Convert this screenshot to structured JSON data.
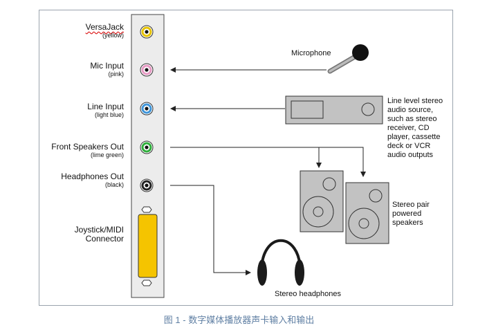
{
  "ports": [
    {
      "label": "VersaJack",
      "color_name": "(yellow)",
      "ring": "#e6c200"
    },
    {
      "label": "Mic Input",
      "color_name": "(pink)",
      "ring": "#e79ac4"
    },
    {
      "label": "Line Input",
      "color_name": "(light blue)",
      "ring": "#3f95d9"
    },
    {
      "label": "Front Speakers Out",
      "color_name": "(lime green)",
      "ring": "#2fae3c"
    },
    {
      "label": "Headphones Out",
      "color_name": "(black)",
      "ring": "#222222"
    }
  ],
  "connector": {
    "label_line1": "Joystick/MIDI",
    "label_line2": "Connector",
    "fill": "#f5c400"
  },
  "devices": {
    "microphone": "Microphone",
    "line_source": [
      "Line level stereo",
      "audio source,",
      "such as stereo",
      "receiver, CD",
      "player, cassette",
      "deck or VCR",
      "audio outputs"
    ],
    "speakers": [
      "Stereo pair",
      "powered",
      "speakers"
    ],
    "headphones": "Stereo headphones"
  },
  "caption": "图 1 - 数字媒体播放器声卡输入和输出",
  "colors": {
    "panel": "#ececec",
    "device": "#c2c2c2",
    "outline": "#333333",
    "caption": "#5f7fa3"
  }
}
